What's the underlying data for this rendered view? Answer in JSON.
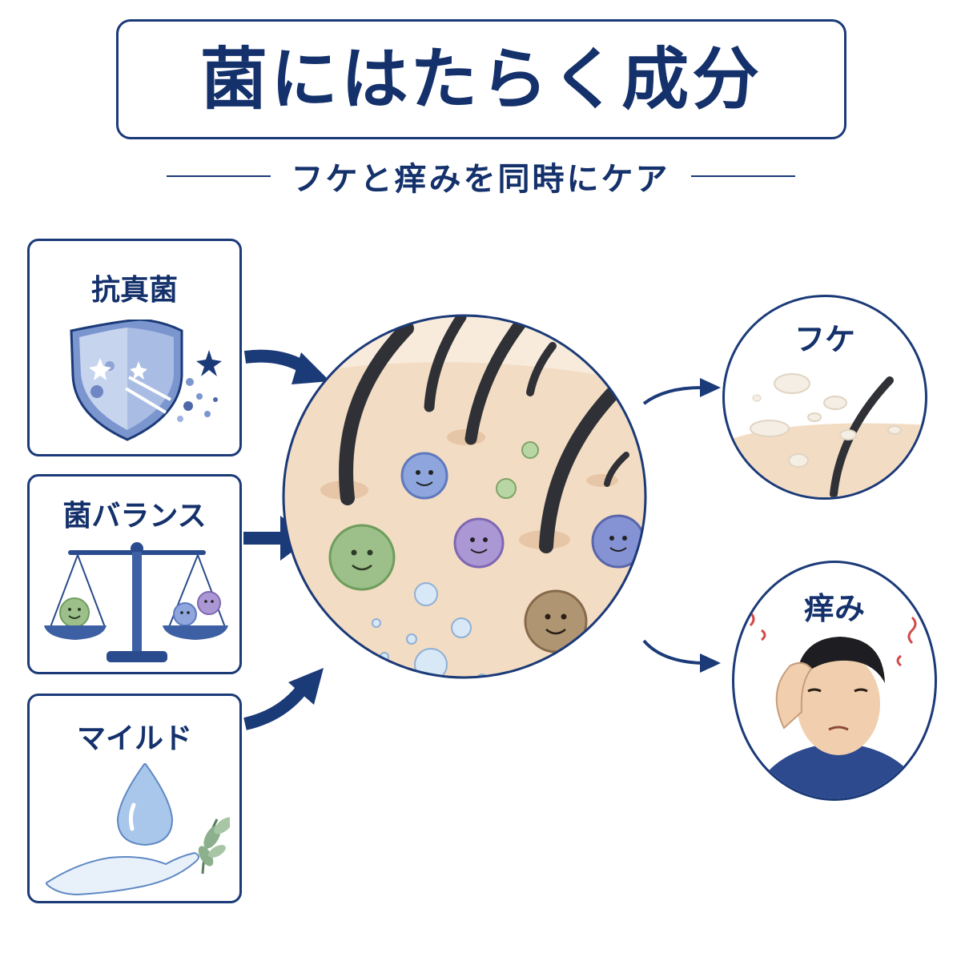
{
  "header": {
    "title": "菌にはたらく成分",
    "subtitle": "フケと痒みを同時にケア"
  },
  "features": [
    {
      "label": "抗真菌",
      "icon": "shield-icon"
    },
    {
      "label": "菌バランス",
      "icon": "balance-scale-icon"
    },
    {
      "label": "マイルド",
      "icon": "water-drop-hand-icon"
    }
  ],
  "center": {
    "illustration": "scalp-microbes-illustration"
  },
  "results": [
    {
      "label": "フケ",
      "icon": "dandruff-flakes-icon"
    },
    {
      "label": "痒み",
      "icon": "itchy-head-person-icon"
    }
  ],
  "colors": {
    "navy": "#1b3a78",
    "skin": "#f3dcc4",
    "microbe_green": "#8fb57e",
    "microbe_blue": "#7f97d4",
    "microbe_purple": "#9b87c6",
    "microbe_brown": "#a58a63"
  }
}
